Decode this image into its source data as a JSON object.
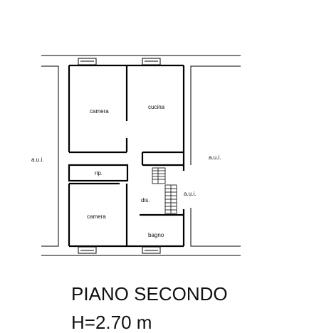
{
  "floor_plan": {
    "rooms": {
      "camera_top": "camera",
      "cucina": "cucina",
      "rip": "rip.",
      "dis": "dis.",
      "camera_bottom": "camera",
      "bagno": "bagno",
      "aui_left": "a.u.i.",
      "aui_right": "a.u.i.",
      "aui_stair": "a.u.i."
    }
  },
  "caption": {
    "title": "PIANO SECONDO",
    "height": "H=2.70 m"
  }
}
